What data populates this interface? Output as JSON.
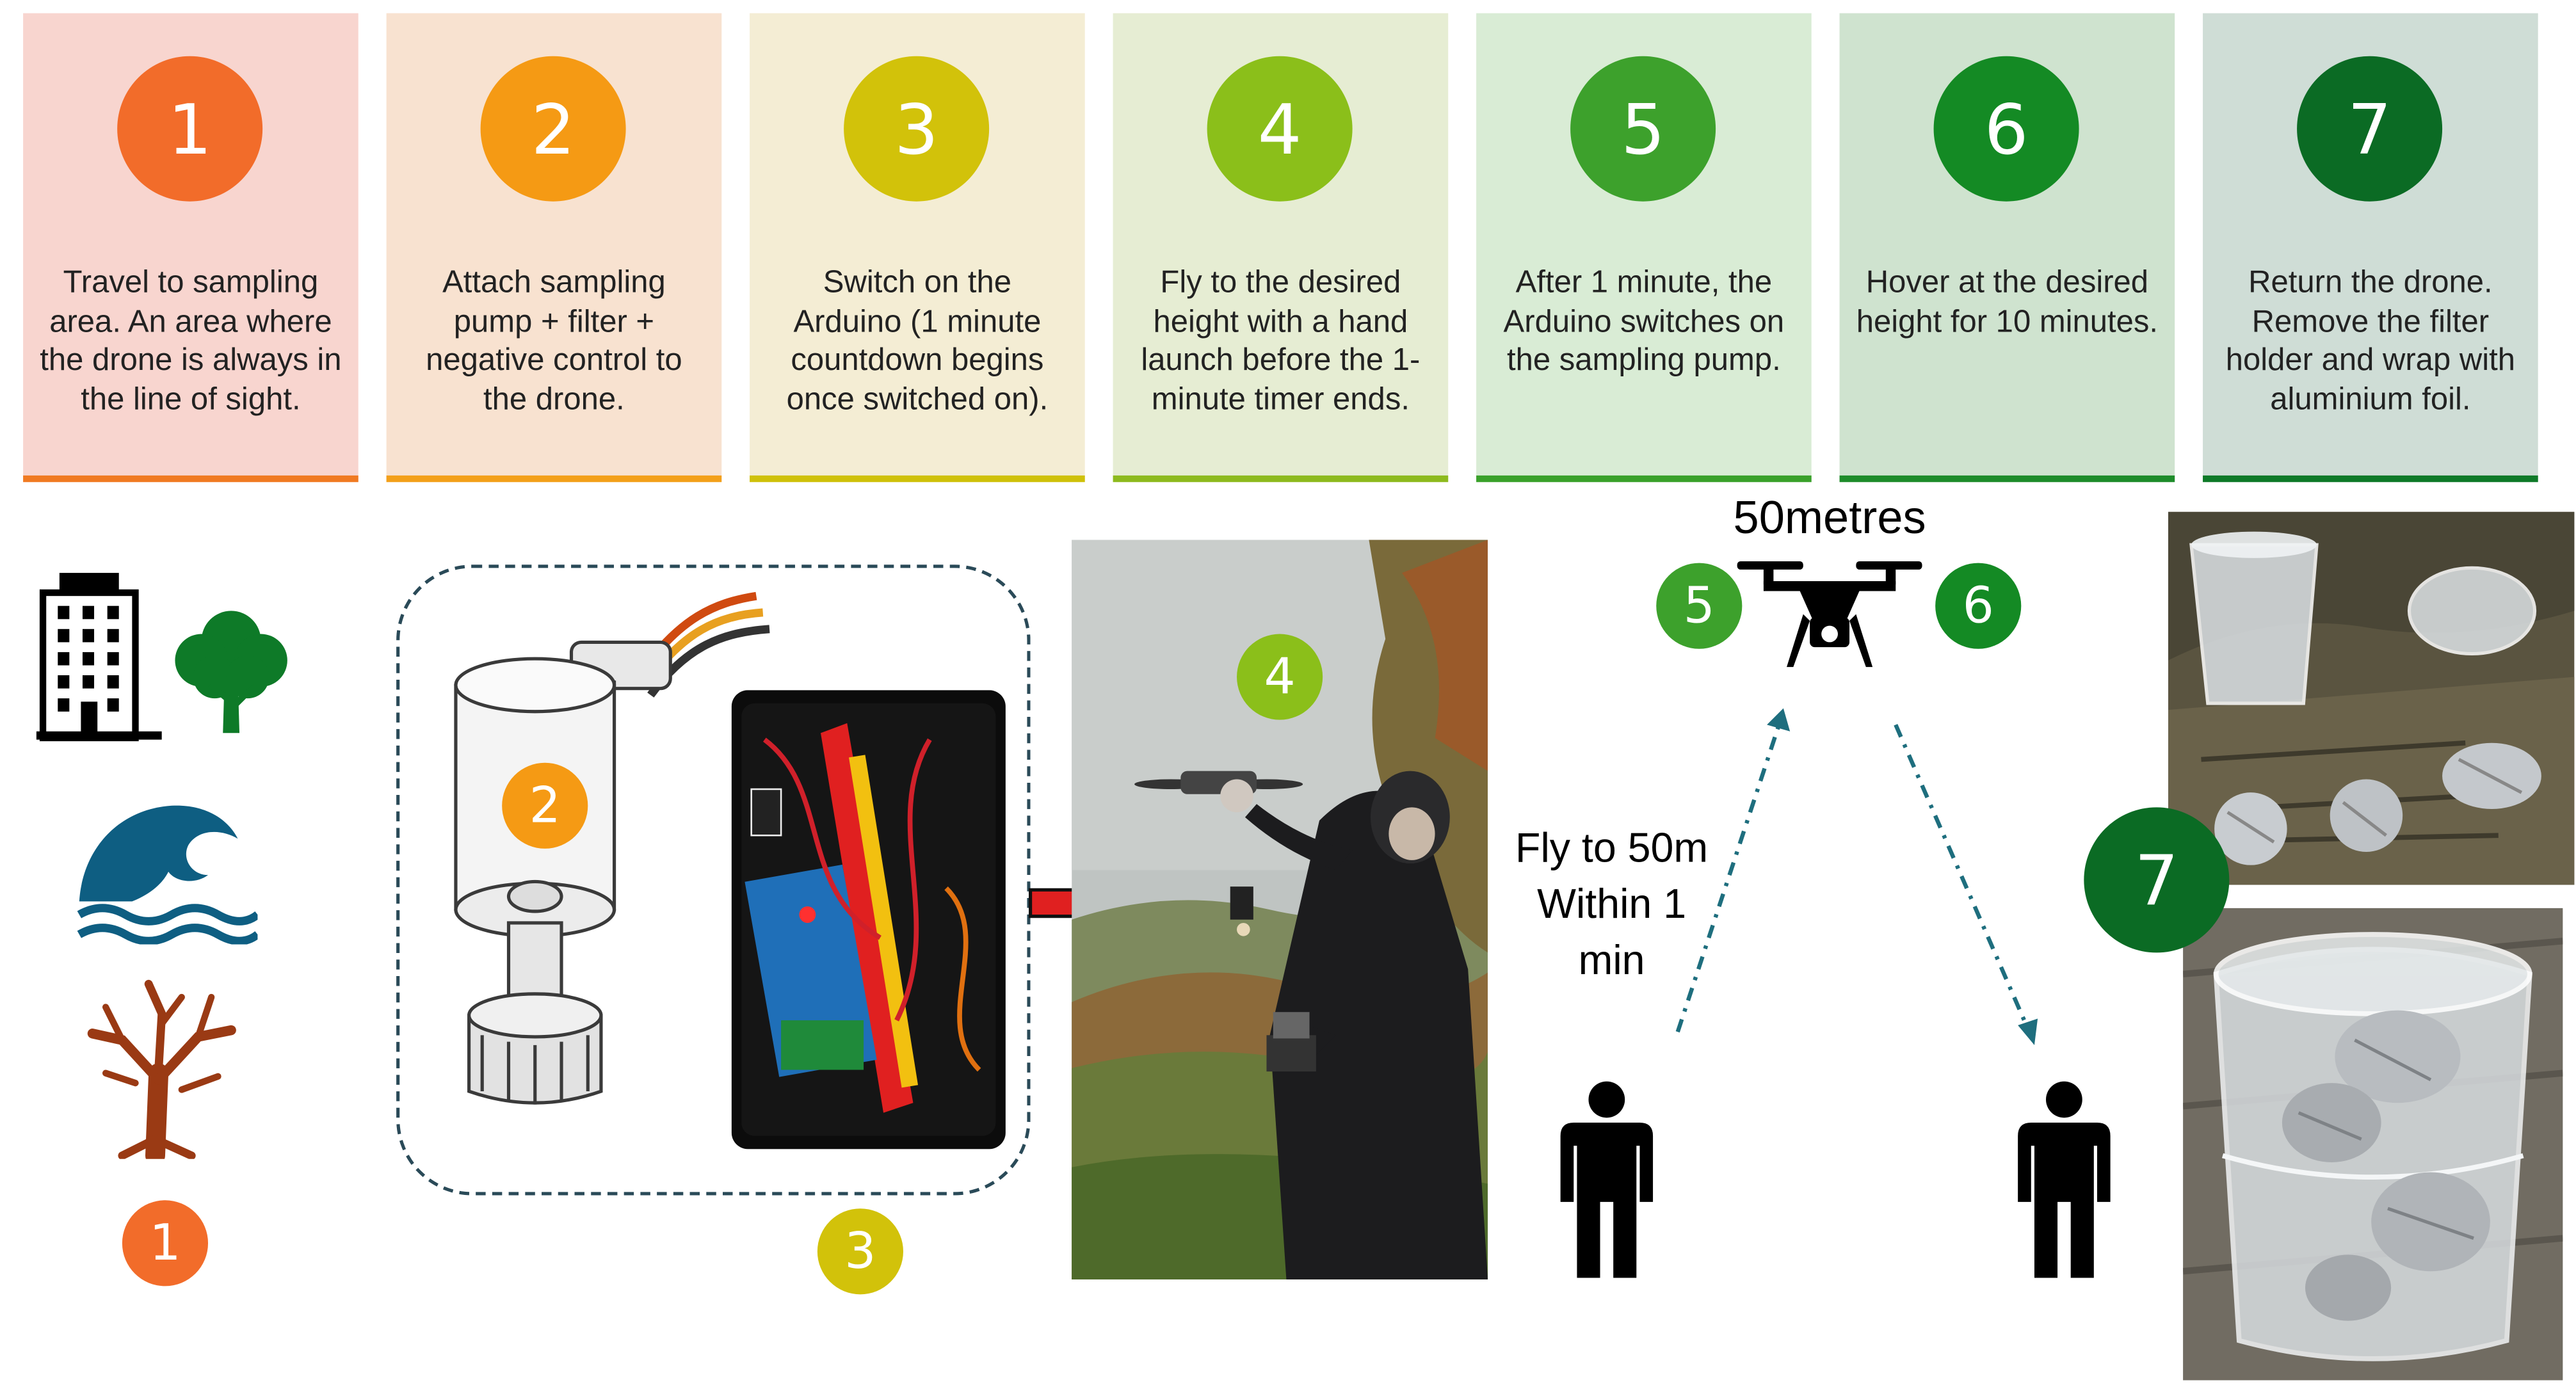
{
  "steps": [
    {
      "number": "1",
      "text": "Travel to sampling area. An area where the drone is always in the line of sight.",
      "bg": "#F8D5CF",
      "bar": "#F07A22",
      "circle": "#F26C2A"
    },
    {
      "number": "2",
      "text": "Attach sampling pump + filter + negative control to the drone.",
      "bg": "#F8E2D0",
      "bar": "#F3A01A",
      "circle": "#F59A14"
    },
    {
      "number": "3",
      "text": "Switch on the Arduino (1 minute countdown begins once switched on).",
      "bg": "#F4EDD4",
      "bar": "#CFC10A",
      "circle": "#D2C20A"
    },
    {
      "number": "4",
      "text": "Fly to the desired height with a hand launch before the 1-minute timer ends.",
      "bg": "#E6EDD3",
      "bar": "#8DBA1E",
      "circle": "#8BBF1A"
    },
    {
      "number": "5",
      "text": "After 1 minute, the Arduino switches on the sampling pump.",
      "bg": "#D9ECD5",
      "bar": "#3AA12A",
      "circle": "#3DA12C"
    },
    {
      "number": "6",
      "text": "Hover at the desired height for 10 minutes.",
      "bg": "#CFE3CF",
      "bar": "#1E8C2A",
      "circle": "#148A24"
    },
    {
      "number": "7",
      "text": "Return the drone. Remove the filter holder and wrap with aluminium foil.",
      "bg": "#CFDDD6",
      "bar": "#0E7A28",
      "circle": "#0B6B24"
    }
  ],
  "badges": {
    "b1": "1",
    "b2": "2",
    "b3": "3",
    "b4": "4",
    "b5": "5",
    "b6": "6",
    "b7": "7"
  },
  "flight": {
    "distance_label": "50metres",
    "fly_line1": "Fly to 50m",
    "fly_line2": "Within 1",
    "fly_line3": "min"
  },
  "colors": {
    "arrow": "#E02020",
    "dotted_path": "#1E6E7E",
    "tree": "#0E7A28",
    "wave": "#0E5E82",
    "dead_tree": "#9A3A14"
  }
}
